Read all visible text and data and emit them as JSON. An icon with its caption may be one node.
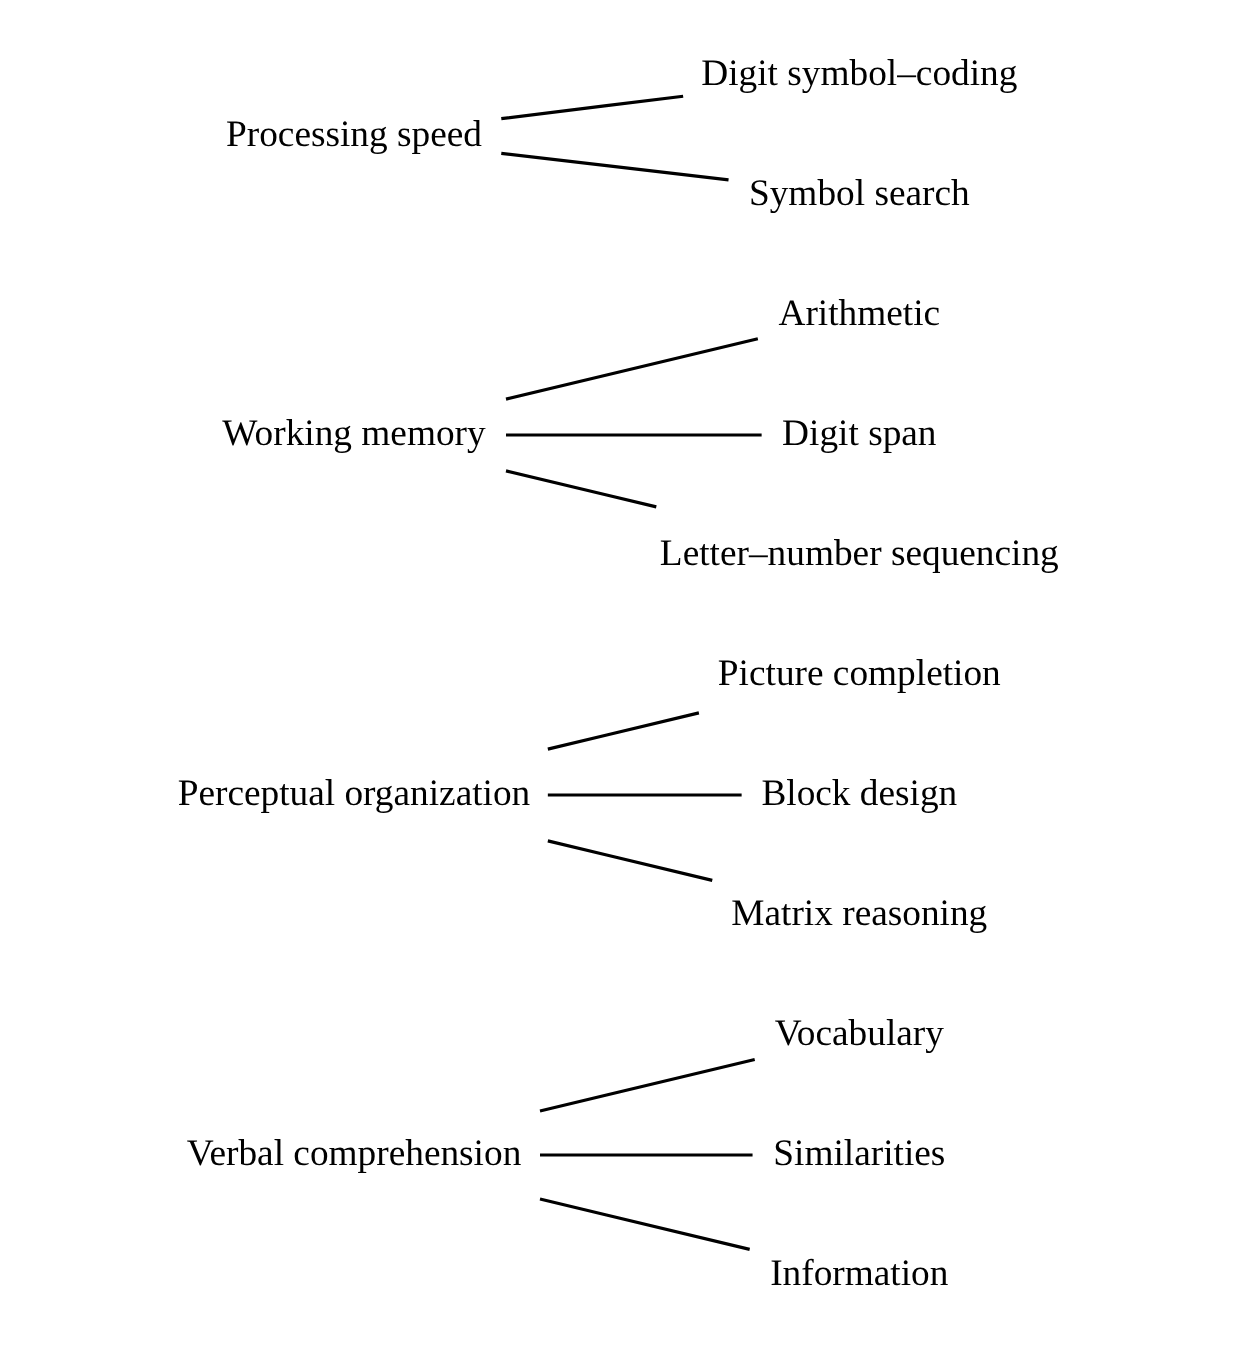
{
  "diagram": {
    "nodes": [
      {
        "text": [
          "Verbal comprehension"
        ]
      },
      {
        "text": [
          "Vocabulary"
        ]
      },
      {
        "text": [
          "Similarities"
        ]
      },
      {
        "text": [
          "Information"
        ]
      },
      {
        "text": [
          "Perceptual organization"
        ]
      },
      {
        "text": [
          "Picture completion"
        ]
      },
      {
        "text": [
          "Block design"
        ]
      },
      {
        "text": [
          "Matrix reasoning"
        ]
      },
      {
        "text": [
          "Working memory"
        ]
      },
      {
        "text": [
          "Arithmetic"
        ]
      },
      {
        "text": [
          "Digit span"
        ]
      },
      {
        "text": [
          "Letter–number sequencing"
        ]
      },
      {
        "text": [
          "Processing speed"
        ]
      },
      {
        "text": [
          "Digit symbol–coding"
        ]
      },
      {
        "text": [
          "Symbol search"
        ]
      }
    ],
    "edges": [
      {
        "from": 0,
        "to": 1,
        "arrow": "none"
      },
      {
        "from": 0,
        "to": 2,
        "arrow": "none"
      },
      {
        "from": 0,
        "to": 3,
        "arrow": "none"
      },
      {
        "from": 4,
        "to": 5,
        "arrow": "none"
      },
      {
        "from": 4,
        "to": 6,
        "arrow": "none"
      },
      {
        "from": 4,
        "to": 7,
        "arrow": "none"
      },
      {
        "from": 8,
        "to": 9,
        "arrow": "none"
      },
      {
        "from": 8,
        "to": 10,
        "arrow": "none"
      },
      {
        "from": 8,
        "to": 11,
        "arrow": "none"
      },
      {
        "from": 12,
        "to": 13,
        "arrow": "none"
      },
      {
        "from": 12,
        "to": 14,
        "arrow": "none"
      }
    ]
  }
}
